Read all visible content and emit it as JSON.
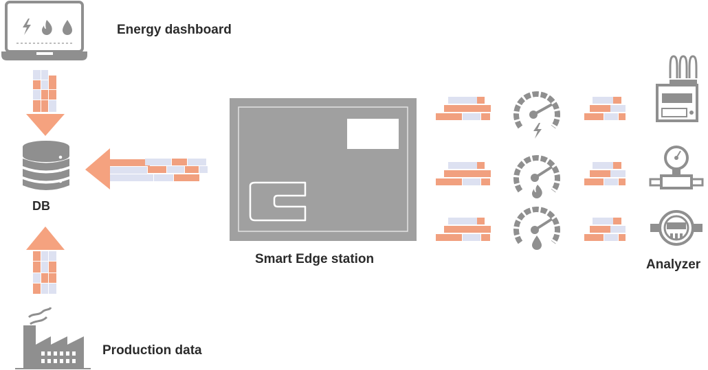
{
  "labels": {
    "energy_dashboard": "Energy dashboard",
    "db": "DB",
    "production_data": "Production data",
    "edge_station": "Smart Edge station",
    "analyzer": "Analyzer"
  },
  "colors": {
    "icon_gray": "#8f8f8f",
    "station_gray": "#a0a0a0",
    "brick_orange": "#f1a07f",
    "brick_lavender": "#dde1f1",
    "arrow_orange": "#f5a27f",
    "text": "#2b2b2b"
  },
  "icons": {
    "dashboard_glyphs": [
      "lightning-icon",
      "flame-icon",
      "water-drop-icon"
    ],
    "gauge_glyphs": [
      "lightning-icon",
      "flame-icon",
      "water-drop-icon"
    ],
    "analyzers": [
      "power-analyzer-icon",
      "pressure-flow-meter-icon",
      "water-meter-icon"
    ]
  }
}
